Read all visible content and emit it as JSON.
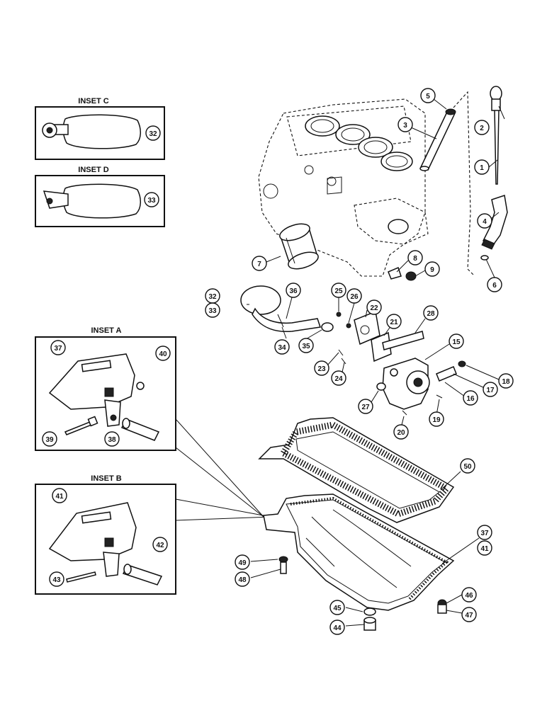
{
  "insets": [
    {
      "id": "C",
      "title": "INSET C",
      "callouts": [
        "32"
      ]
    },
    {
      "id": "D",
      "title": "INSET D",
      "callouts": [
        "33"
      ]
    },
    {
      "id": "A",
      "title": "INSET A",
      "callouts": [
        "37",
        "40",
        "39",
        "38"
      ]
    },
    {
      "id": "B",
      "title": "INSET B",
      "callouts": [
        "41",
        "42",
        "43"
      ]
    }
  ],
  "callouts": [
    "1",
    "2",
    "3",
    "4",
    "5",
    "6",
    "7",
    "8",
    "9",
    "15",
    "16",
    "17",
    "18",
    "19",
    "20",
    "21",
    "22",
    "23",
    "24",
    "25",
    "26",
    "27",
    "28",
    "32",
    "33",
    "34",
    "35",
    "36",
    "37",
    "41",
    "44",
    "45",
    "46",
    "47",
    "48",
    "49",
    "50"
  ]
}
